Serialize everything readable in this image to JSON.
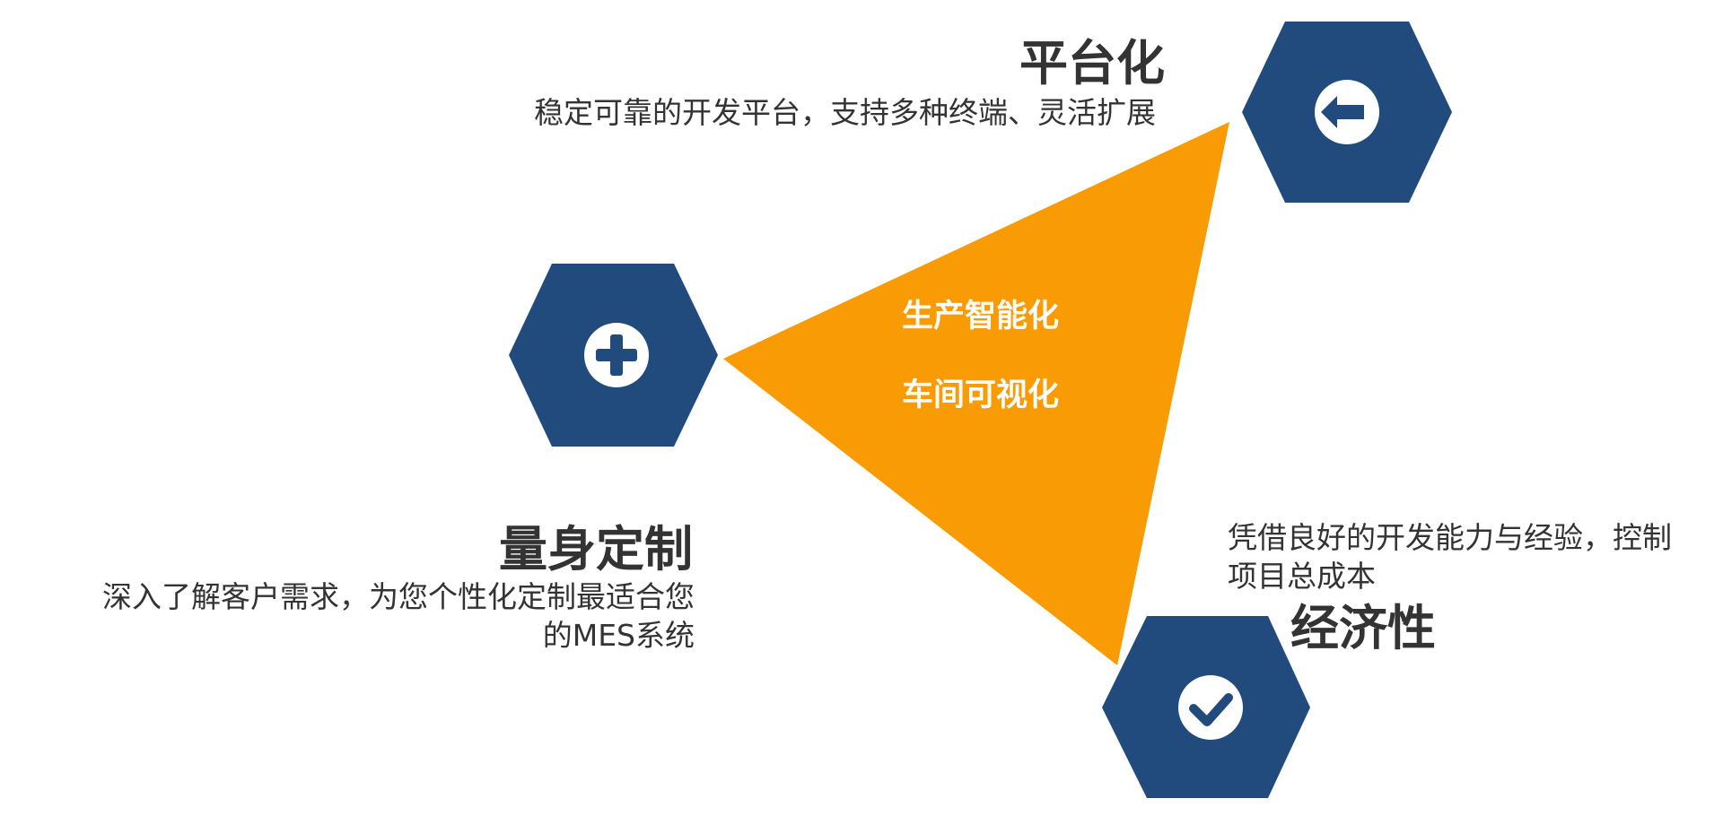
{
  "colors": {
    "hexagon": "#214A7D",
    "triangle": "#F89B05",
    "icon_circle": "#ffffff",
    "text": "#333333",
    "center_text": "#ffffff"
  },
  "center": {
    "line1": "生产智能化",
    "line2": "车间可视化"
  },
  "nodes": {
    "platform": {
      "title": "平台化",
      "description": "稳定可靠的开发平台，支持多种终端、灵活扩展",
      "icon": "arrow-left-icon"
    },
    "custom": {
      "title": "量身定制",
      "description": "深入了解客户需求，为您个性化定制最适合您的MES系统",
      "icon": "plus-icon"
    },
    "economy": {
      "title": "经济性",
      "description": "凭借良好的开发能力与经验，控制项目总成本",
      "icon": "check-icon"
    }
  }
}
